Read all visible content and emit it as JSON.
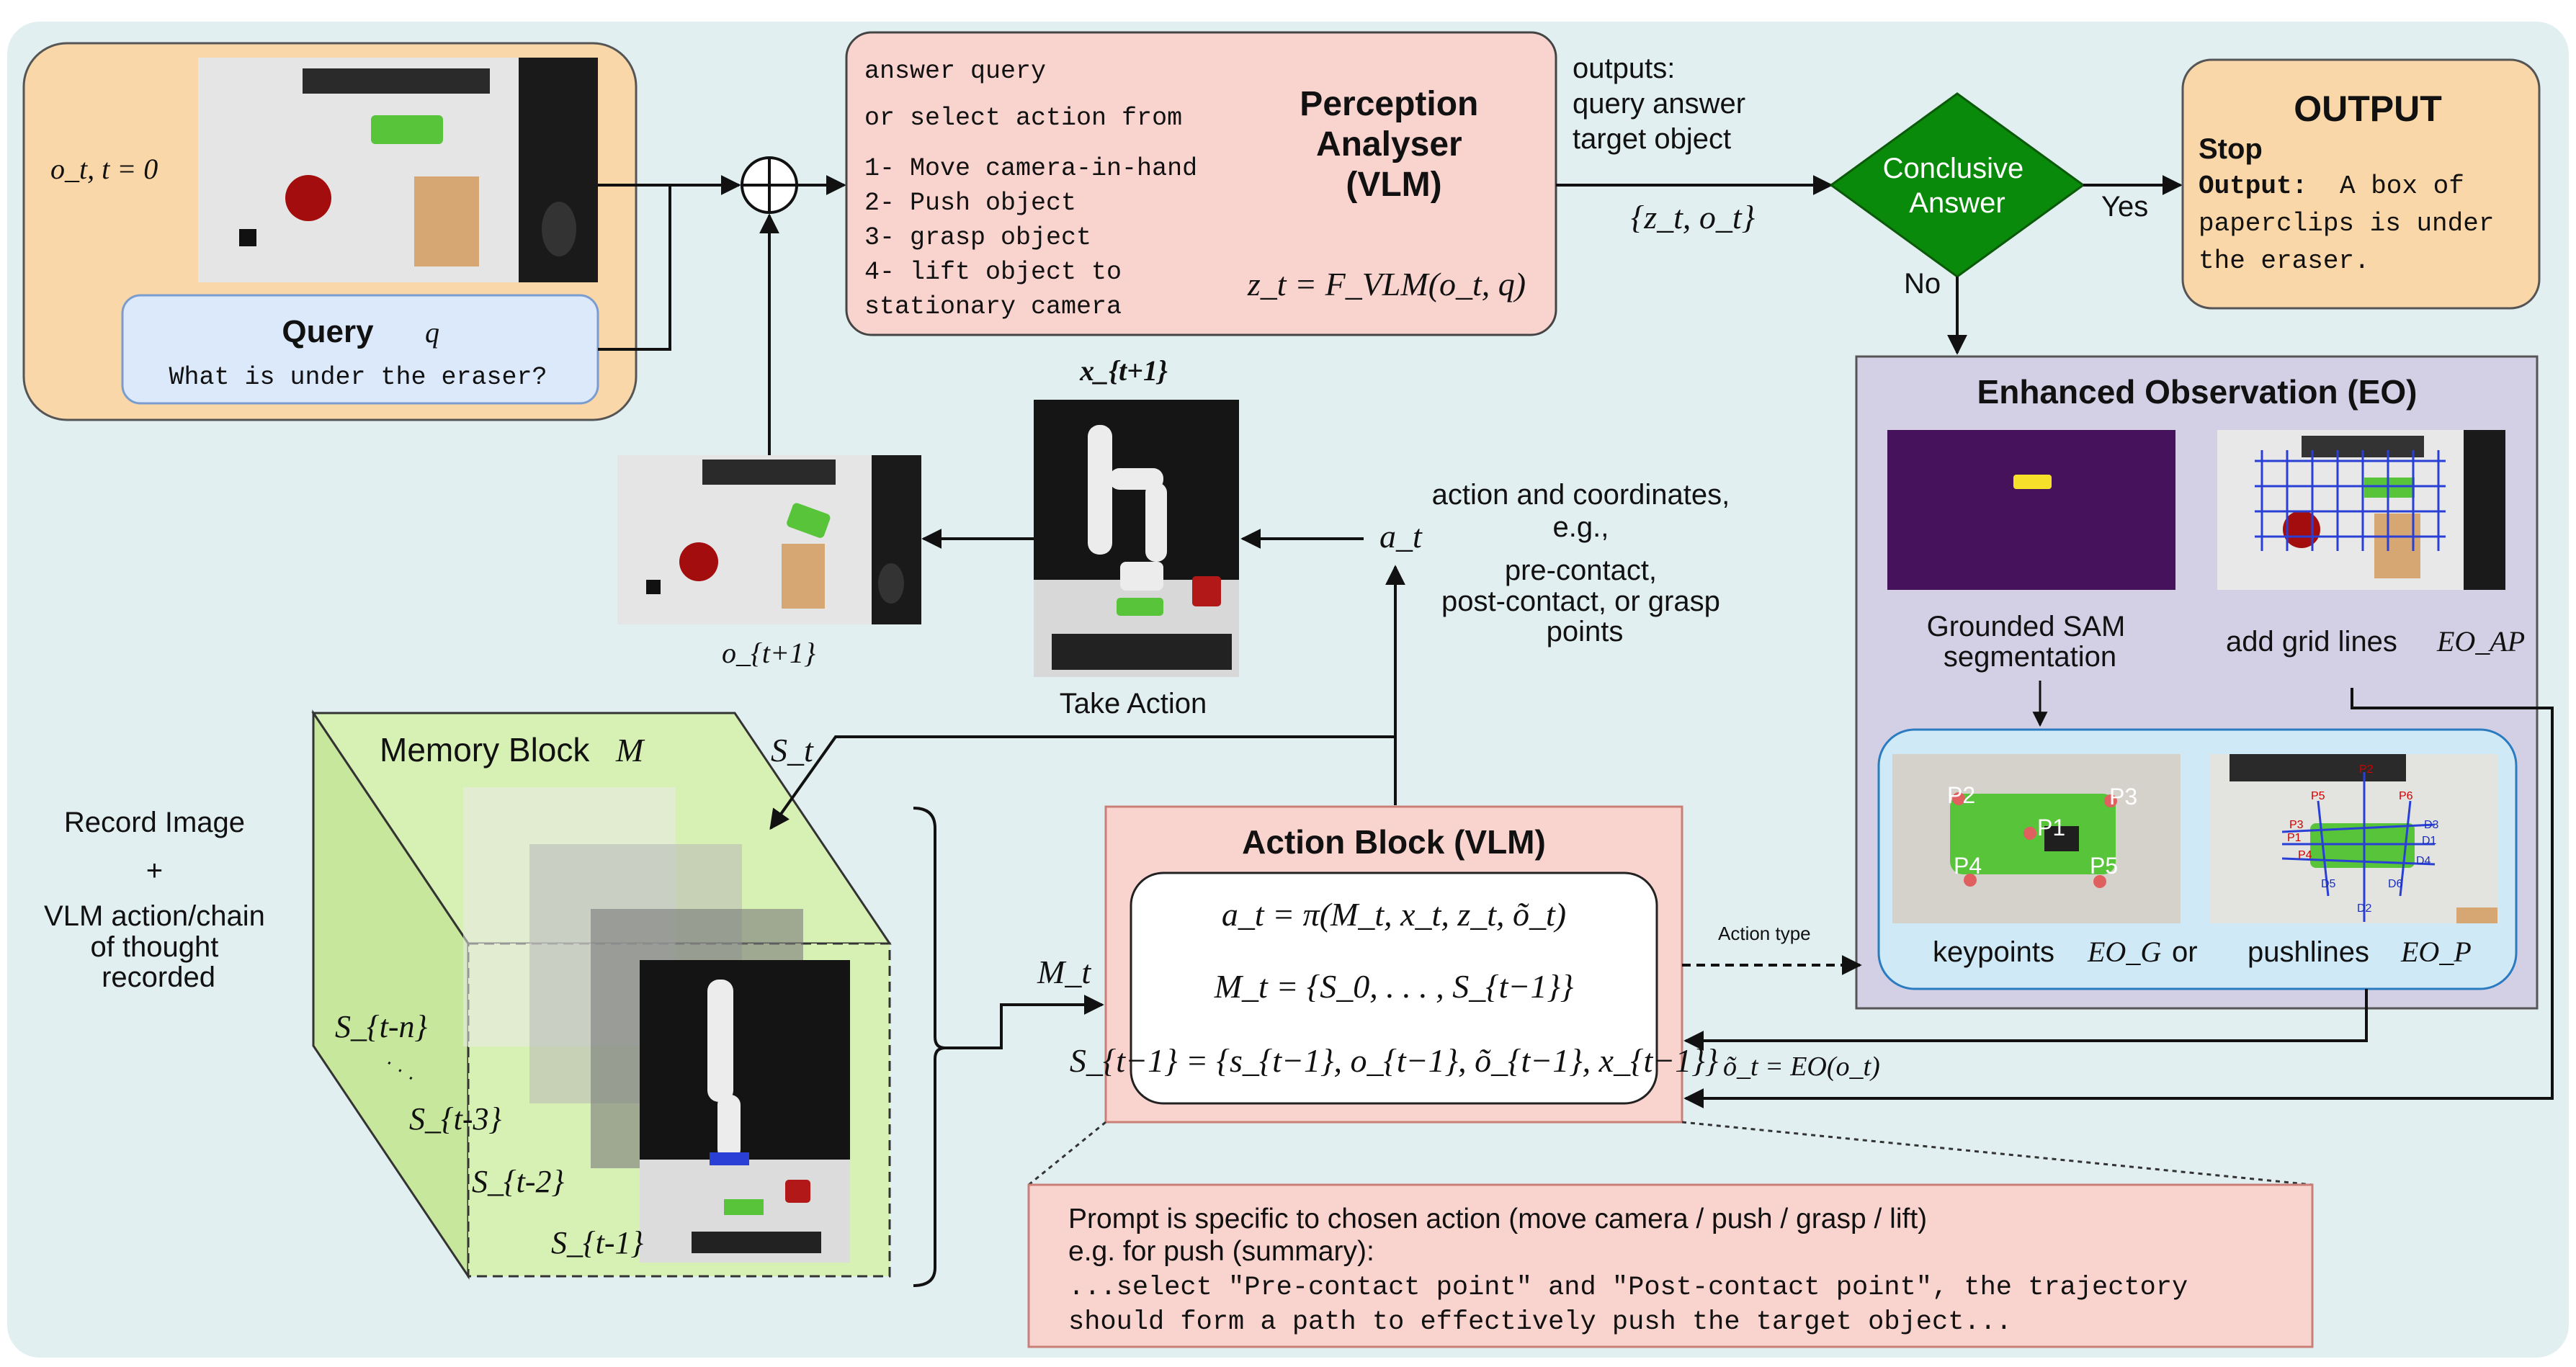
{
  "input": {
    "obs_label": "o_t, t = 0",
    "query_title": "Query",
    "query_symbol": "q",
    "query_text": "What is under the eraser?"
  },
  "perception": {
    "instructions": [
      "answer query",
      "or select action from",
      "1- Move camera-in-hand",
      "2- Push object",
      "3- grasp object",
      "4- lift object to",
      "stationary camera"
    ],
    "title_lines": [
      "Perception",
      "Analyser",
      "(VLM)"
    ],
    "formula": "z_t = F_VLM(o_t, q)"
  },
  "outputs": {
    "lines": [
      "outputs:",
      "query answer",
      "target object"
    ],
    "set": "{z_t, o_t}"
  },
  "decision": {
    "lines": [
      "Conclusive",
      "Answer"
    ],
    "yes": "Yes",
    "no": "No"
  },
  "output_box": {
    "title": "OUTPUT",
    "stop": "Stop",
    "output_label": "Output:",
    "text_lines": [
      "A box of",
      "paperclips is under",
      "the eraser."
    ]
  },
  "eo": {
    "title": "Enhanced Observation (EO)",
    "sam_lines": [
      "Grounded SAM",
      "segmentation"
    ],
    "grid_label": "add grid lines",
    "grid_symbol": "EO_AP",
    "keypoints_label": "keypoints",
    "keypoints_symbol": "EO_G",
    "or": "or",
    "pushlines_label": "pushlines",
    "pushlines_symbol": "EO_P",
    "keypoint_names": [
      "P1",
      "P2",
      "P3",
      "P4",
      "P5"
    ],
    "pushline_names": [
      "P1",
      "P2",
      "P3",
      "P4",
      "P5",
      "P6",
      "D1",
      "D2",
      "D3",
      "D4",
      "D5",
      "D6"
    ]
  },
  "action_exec": {
    "x_label": "x_{t+1}",
    "take_action": "Take Action",
    "next_obs": "o_{t+1}",
    "a_t": "a_t",
    "coord_lines": [
      "action and coordinates,",
      "e.g.,",
      "pre-contact,",
      "post-contact, or grasp",
      "points"
    ]
  },
  "memory": {
    "title": "Memory Block",
    "symbol": "M",
    "record_lines": [
      "Record Image",
      "+",
      "VLM action/chain",
      "of thought",
      "recorded"
    ],
    "s_labels": [
      "S_{t-n}",
      "S_{t-3}",
      "S_{t-2}",
      "S_{t-1}"
    ],
    "dots": "· · ·",
    "s_t": "S_t",
    "m_t": "M_t"
  },
  "action_block": {
    "title": "Action Block (VLM)",
    "eq1": "a_t = π(M_t, x_t, z_t, õ_t)",
    "eq2": "M_t = {S_0, . . . , S_{t−1}}",
    "eq3": "S_{t−1} = {s_{t−1}, o_{t−1}, õ_{t−1}, x_{t−1}}",
    "action_type": "Action type",
    "eo_formula": "õ_t = EO(o_t)"
  },
  "prompt": {
    "lines": [
      "Prompt is specific to chosen action (move camera / push / grasp / lift)",
      "e.g. for push (summary):",
      "...select \"Pre-contact point\" and \"Post-contact point\", the trajectory",
      "should form a path to effectively push the target object..."
    ]
  },
  "colors": {
    "background": "#e2eff0",
    "orange": "#fad7a8",
    "pink": "#f9d4cf",
    "green_diamond": "#0a8a0a",
    "eo_purple": "#d3d0e5",
    "eo_blue": "#cfe9f7",
    "memory_green": "#d7f0b4"
  }
}
